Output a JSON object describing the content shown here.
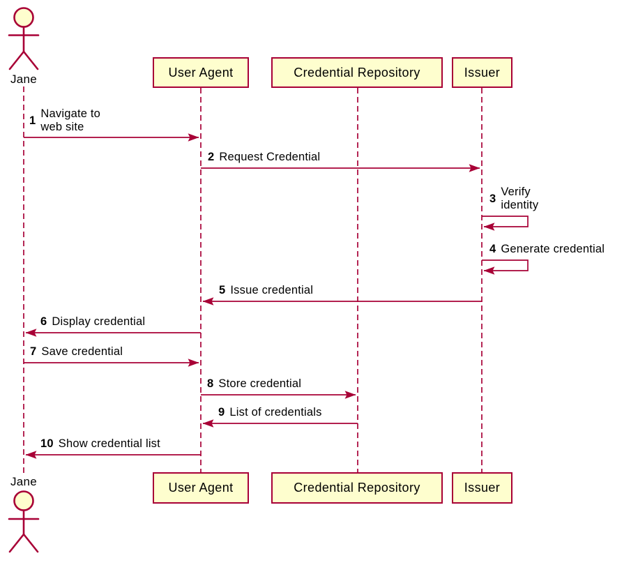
{
  "diagram": {
    "kind": "uml-sequence-diagram",
    "style": "plantuml"
  },
  "colors": {
    "line": "#A80036",
    "participant_fill": "#FEFECE",
    "text": "#000000",
    "background": "#FFFFFF"
  },
  "actor": {
    "name": "Jane"
  },
  "participants": [
    {
      "name": "User Agent"
    },
    {
      "name": "Credential Repository"
    },
    {
      "name": "Issuer"
    }
  ],
  "messages": [
    {
      "num": "1",
      "text": "Navigate to web site",
      "from": "Jane",
      "to": "User Agent",
      "kind": "solid-arrow"
    },
    {
      "num": "2",
      "text": "Request Credential",
      "from": "User Agent",
      "to": "Issuer",
      "kind": "solid-arrow"
    },
    {
      "num": "3",
      "text": "Verify identity",
      "from": "Issuer",
      "to": "Issuer",
      "kind": "self-arrow"
    },
    {
      "num": "4",
      "text": "Generate credential",
      "from": "Issuer",
      "to": "Issuer",
      "kind": "self-arrow"
    },
    {
      "num": "5",
      "text": "Issue credential",
      "from": "Issuer",
      "to": "User Agent",
      "kind": "solid-arrow"
    },
    {
      "num": "6",
      "text": "Display credential",
      "from": "User Agent",
      "to": "Jane",
      "kind": "solid-arrow"
    },
    {
      "num": "7",
      "text": "Save credential",
      "from": "Jane",
      "to": "User Agent",
      "kind": "solid-arrow"
    },
    {
      "num": "8",
      "text": "Store credential",
      "from": "User Agent",
      "to": "Credential Repository",
      "kind": "solid-arrow"
    },
    {
      "num": "9",
      "text": "List of credentials",
      "from": "Credential Repository",
      "to": "User Agent",
      "kind": "solid-arrow"
    },
    {
      "num": "10",
      "text": "Show credential list",
      "from": "User Agent",
      "to": "Jane",
      "kind": "solid-arrow"
    }
  ]
}
